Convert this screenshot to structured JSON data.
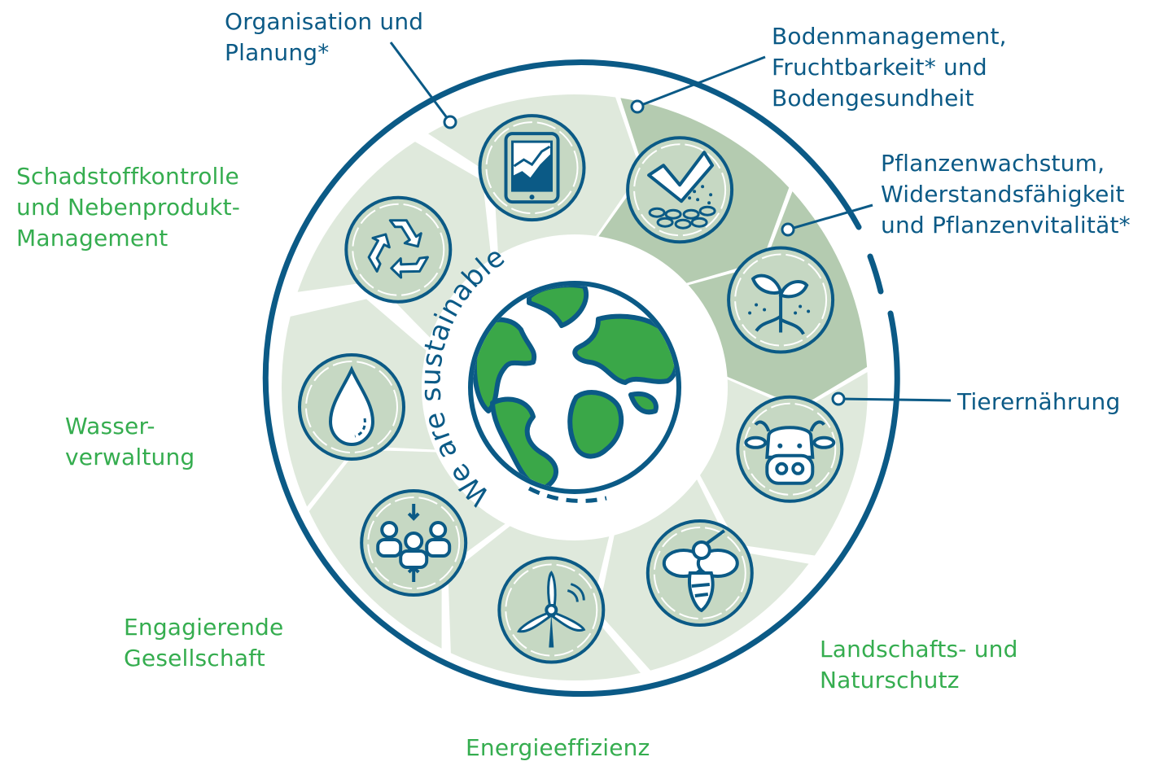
{
  "center_text": "We are sustainable",
  "colors": {
    "dark_blue": "#0b5a86",
    "green_text": "#35ad4f",
    "globe_green": "#3aa748",
    "segment_light": "#dfe9dc",
    "segment_highlight": "#b4cbb0",
    "icon_fill": "#c6d8c3"
  },
  "segments": [
    {
      "id": "organisation",
      "icon": "tablet-chart-icon",
      "highlighted": false,
      "lines": [
        "Organisation und",
        "Planung*"
      ],
      "label_color": "dark_blue"
    },
    {
      "id": "boden",
      "icon": "soil-check-icon",
      "highlighted": true,
      "lines": [
        "Bodenmanagement,",
        "Fruchtbarkeit* und",
        "Bodengesundheit"
      ],
      "label_color": "dark_blue"
    },
    {
      "id": "pflanzen",
      "icon": "plant-sprout-icon",
      "highlighted": true,
      "lines": [
        "Pflanzenwachstum,",
        "Widerstandsfähigkeit",
        "und Pflanzenvitalität*"
      ],
      "label_color": "dark_blue"
    },
    {
      "id": "tier",
      "icon": "cow-icon",
      "highlighted": false,
      "lines": [
        "Tierernährung"
      ],
      "label_color": "dark_blue"
    },
    {
      "id": "landschaft",
      "icon": "bee-icon",
      "highlighted": false,
      "lines": [
        "Landschafts- und",
        "Naturschutz"
      ],
      "label_color": "green_text"
    },
    {
      "id": "energie",
      "icon": "wind-turbine-icon",
      "highlighted": false,
      "lines": [
        "Energieeffizienz"
      ],
      "label_color": "green_text"
    },
    {
      "id": "gesellschaft",
      "icon": "community-icon",
      "highlighted": false,
      "lines": [
        "Engagierende",
        "Gesellschaft"
      ],
      "label_color": "green_text"
    },
    {
      "id": "wasser",
      "icon": "water-drop-icon",
      "highlighted": false,
      "lines": [
        "Wasser-",
        "verwaltung"
      ],
      "label_color": "green_text"
    },
    {
      "id": "schadstoff",
      "icon": "recycle-icon",
      "highlighted": false,
      "lines": [
        "Schadstoffkontrolle",
        "und Nebenprodukt-",
        "Management"
      ],
      "label_color": "green_text"
    }
  ]
}
